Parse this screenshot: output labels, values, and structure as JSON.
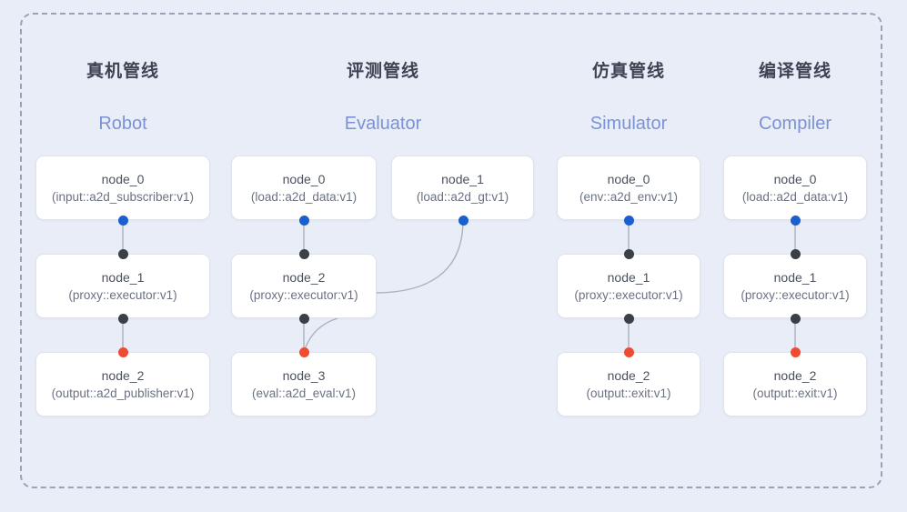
{
  "diagram": {
    "background_color": "#e8edf8",
    "frame": {
      "style": "dashed",
      "color": "#9aa3b5"
    },
    "port_colors": {
      "blue": "#1a5fd0",
      "black": "#3b3f46",
      "red": "#ef4b32"
    },
    "columns": [
      {
        "id": "robot",
        "title_cn": "真机管线",
        "title_en": "Robot",
        "nodes": [
          {
            "name": "node_0",
            "spec": "(input::a2d_subscriber:v1)"
          },
          {
            "name": "node_1",
            "spec": "(proxy::executor:v1)"
          },
          {
            "name": "node_2",
            "spec": "(output::a2d_publisher:v1)"
          }
        ]
      },
      {
        "id": "evaluator",
        "title_cn": "评测管线",
        "title_en": "Evaluator",
        "nodes": [
          {
            "name": "node_0",
            "spec": "(load::a2d_data:v1)"
          },
          {
            "name": "node_2",
            "spec": "(proxy::executor:v1)"
          },
          {
            "name": "node_3",
            "spec": "(eval::a2d_eval:v1)"
          },
          {
            "name": "node_1",
            "spec": "(load::a2d_gt:v1)"
          }
        ]
      },
      {
        "id": "simulator",
        "title_cn": "仿真管线",
        "title_en": "Simulator",
        "nodes": [
          {
            "name": "node_0",
            "spec": "(env::a2d_env:v1)"
          },
          {
            "name": "node_1",
            "spec": "(proxy::executor:v1)"
          },
          {
            "name": "node_2",
            "spec": "(output::exit:v1)"
          }
        ]
      },
      {
        "id": "compiler",
        "title_cn": "编译管线",
        "title_en": "Compiler",
        "nodes": [
          {
            "name": "node_0",
            "spec": "(load::a2d_data:v1)"
          },
          {
            "name": "node_1",
            "spec": "(proxy::executor:v1)"
          },
          {
            "name": "node_2",
            "spec": "(output::exit:v1)"
          }
        ]
      }
    ]
  }
}
